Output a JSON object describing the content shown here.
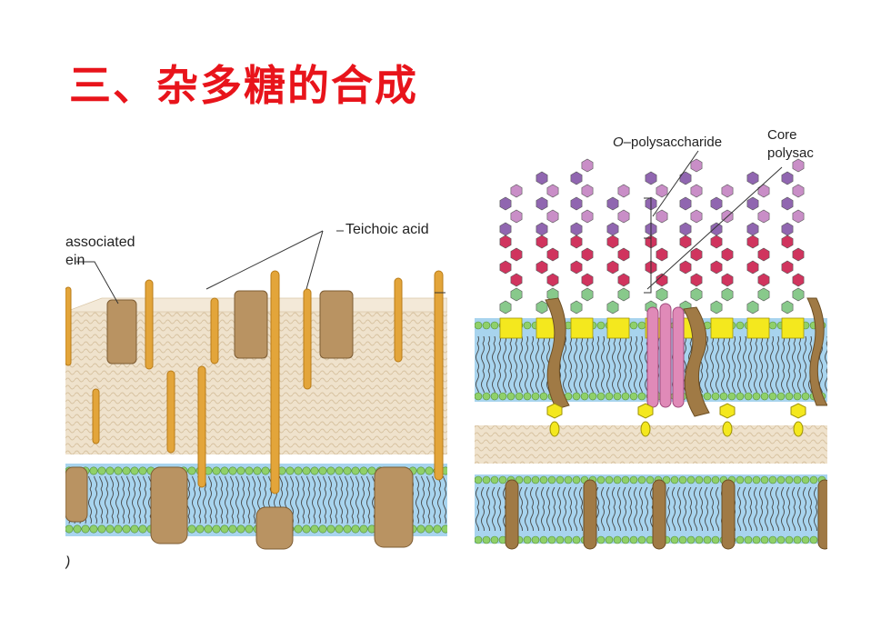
{
  "slide": {
    "title": "三、杂多糖的合成"
  },
  "left_figure": {
    "labels": {
      "associated_line1": "associated",
      "associated_line2": "ein",
      "teichoic_acid": "Teichoic acid",
      "panel_letter": ")"
    },
    "colors": {
      "wall": "#efe2cc",
      "teichoic": "#e3a53a",
      "protein": "#b99362",
      "membrane_head": "#8fd06a",
      "membrane_core": "#a8d4ee"
    }
  },
  "right_figure": {
    "labels": {
      "o_polysaccharide_prefix": "O",
      "o_polysaccharide_rest": "–polysaccharide",
      "core_line1": "Core",
      "core_line2": "polysac"
    },
    "colors": {
      "violet": "#9066b0",
      "lilac": "#c98ec7",
      "crimson": "#d0345e",
      "green": "#88c98b",
      "yellow": "#f4e81e",
      "porin": "#e08ab8",
      "protein": "#a07a45"
    }
  }
}
